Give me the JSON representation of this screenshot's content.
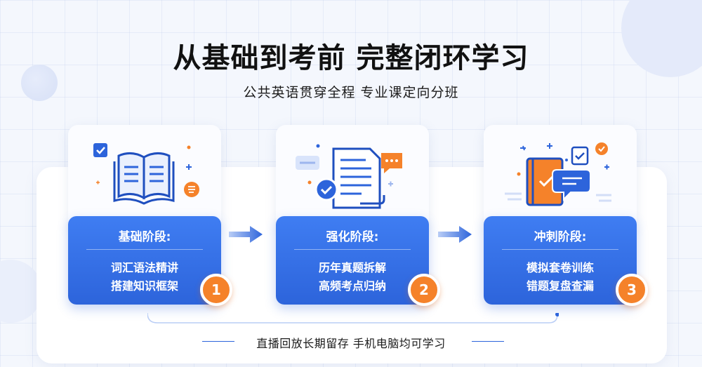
{
  "title": "从基础到考前 完整闭环学习",
  "subtitle": "公共英语贯穿全程 专业课定向分班",
  "stages": [
    {
      "title": "基础阶段:",
      "line1": "词汇语法精讲",
      "line2": "搭建知识框架",
      "number": "1",
      "icon": "open-book-icon"
    },
    {
      "title": "强化阶段:",
      "line1": "历年真题拆解",
      "line2": "高频考点归纳",
      "number": "2",
      "icon": "document-check-icon"
    },
    {
      "title": "冲刺阶段:",
      "line1": "模拟套卷训练",
      "line2": "错题复盘查漏",
      "number": "3",
      "icon": "notebook-chat-icon"
    }
  ],
  "footer": "直播回放长期留存 手机电脑均可学习",
  "colors": {
    "accent": "#2d64db",
    "badge": "#f5822a",
    "background": "#f4f7fd"
  }
}
